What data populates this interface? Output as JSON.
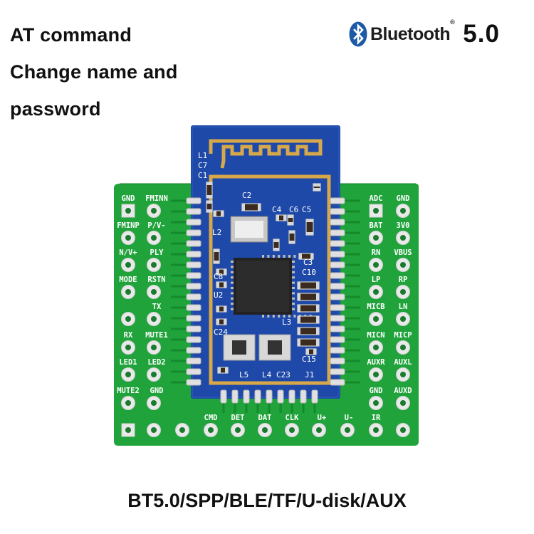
{
  "headline": {
    "line1": "AT command",
    "line2": "Change name and",
    "line3": "password"
  },
  "bluetooth": {
    "wordmark": "Bluetooth",
    "registered": "®",
    "version": "5.0",
    "icon": "bluetooth-icon"
  },
  "footer": "BT5.0/SPP/BLE/TF/U-disk/AUX",
  "board": {
    "colors": {
      "green_pcb": "#1fa33a",
      "blue_pcb": "#1f49a8",
      "gold": "#d6a84a",
      "silk": "#ffffff"
    },
    "left_labels": [
      [
        "GND",
        "FMINN"
      ],
      [
        "FMINP",
        "P/V-"
      ],
      [
        "N/V+",
        "PLY"
      ],
      [
        "MODE",
        "RSTN"
      ],
      [
        "",
        "TX"
      ],
      [
        "RX",
        "MUTE1"
      ],
      [
        "LED1",
        "LED2"
      ],
      [
        "MUTE2",
        "GND"
      ]
    ],
    "right_labels": [
      [
        "ADC",
        "GND"
      ],
      [
        "BAT",
        "3V0"
      ],
      [
        "RN",
        "VBUS"
      ],
      [
        "LP",
        "RP"
      ],
      [
        "MICB",
        "LN"
      ],
      [
        "MICN",
        "MICP"
      ],
      [
        "AUXR",
        "AUXL"
      ],
      [
        "GND",
        "AUXD"
      ]
    ],
    "bottom_labels": [
      "CMD",
      "DET",
      "DAT",
      "CLK",
      "U+",
      "U-",
      "IR"
    ],
    "module_labels": [
      "L1",
      "C7",
      "C1",
      "C2",
      "C4",
      "C6",
      "C5",
      "L2",
      "C3",
      "C10",
      "C8",
      "U2",
      "L3",
      "C24",
      "C15",
      "L5",
      "L4",
      "C23",
      "J1"
    ]
  }
}
